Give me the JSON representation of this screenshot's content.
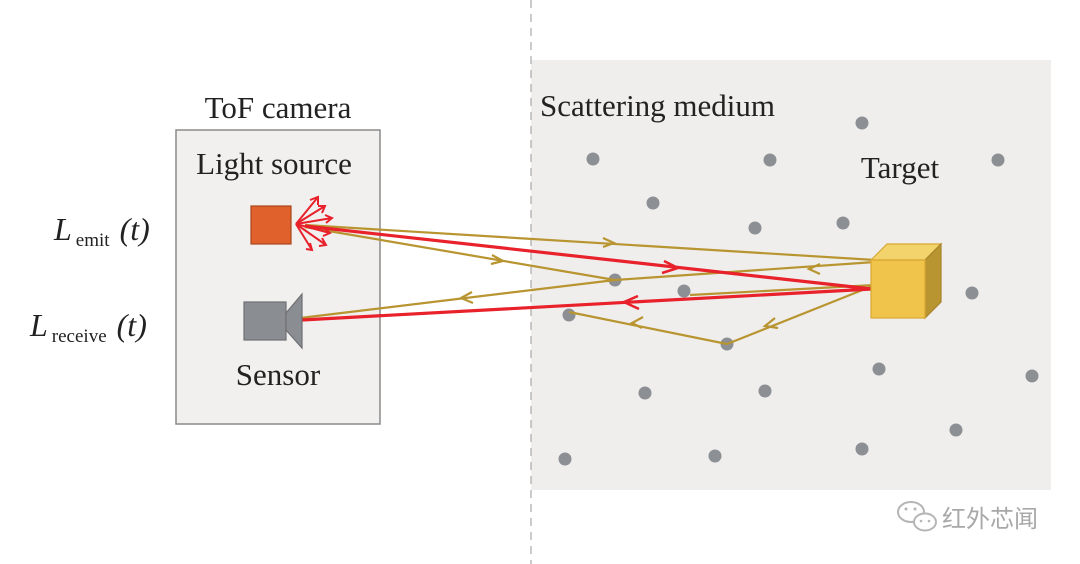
{
  "camera": {
    "title": "ToF camera",
    "light_source_label": "Light source",
    "sensor_label": "Sensor"
  },
  "signals": {
    "emit_symbol": "L",
    "emit_subscript": "emit",
    "emit_arg": "(t)",
    "receive_symbol": "L",
    "receive_subscript": "receive",
    "receive_arg": "(t)"
  },
  "medium": {
    "title": "Scattering medium",
    "target_label": "Target"
  },
  "watermark": {
    "text": "红外芯闻",
    "icon": "wechat-icon"
  },
  "colors": {
    "direct_path": "#e8212b",
    "scattered_path": "#b89530",
    "light_source": "#e0612b",
    "target": "#f0c34a",
    "particle": "#8c8f94",
    "medium_bg": "#efeeed",
    "sensor": "#8a8d91"
  }
}
